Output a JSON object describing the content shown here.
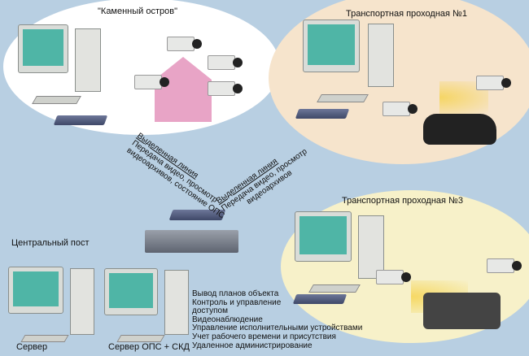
{
  "sites": {
    "kamenny": "\"Каменный остров\"",
    "tp1": "Транспортная проходная №1",
    "tp3": "Транспортная проходная №3",
    "central": "Центральный пост"
  },
  "links": {
    "left": [
      "Выделенная линия",
      "Передача видео, просмотр",
      "видеоархивов, состояние ОПС"
    ],
    "right": [
      "Выделенная линия",
      "Передача видео, просмотр",
      "видеоархивов"
    ]
  },
  "servers": {
    "server": "Сервер",
    "ops": "Сервер ОПС + СКД"
  },
  "functions": [
    "Вывод планов объекта",
    "Контроль и управление",
    "доступом",
    "Видеонаблюдение",
    "Управление исполнительными устройствами",
    "Учет рабочего времени и присутствия",
    "Удаленное администрирование"
  ],
  "colors": {
    "bg": "#b8cfe2",
    "white_zone": "#ffffff",
    "zone1": "#f6e4cc",
    "zone3": "#f7f1c9"
  }
}
